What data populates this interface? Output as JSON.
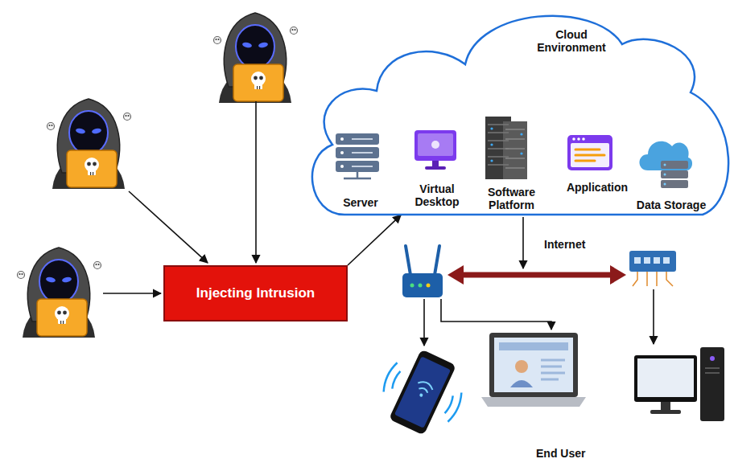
{
  "diagram": {
    "nodes": [
      {
        "text": [
          "Cloud Environment"
        ]
      },
      {
        "text": [
          "Server"
        ],
        "in": 0
      },
      {
        "text": [
          "Virtual Desktop"
        ],
        "in": 0
      },
      {
        "text": [
          "Software Platform"
        ],
        "in": 0
      },
      {
        "text": [
          "Application"
        ],
        "in": 0
      },
      {
        "text": [
          "Data Storage"
        ],
        "in": 0
      },
      {
        "text": [
          "Injecting Intrusion"
        ]
      }
    ],
    "edges": [
      {
        "from": 6,
        "to": 0,
        "arrow": "to"
      }
    ],
    "labels": [
      "Internet",
      "End User"
    ]
  }
}
